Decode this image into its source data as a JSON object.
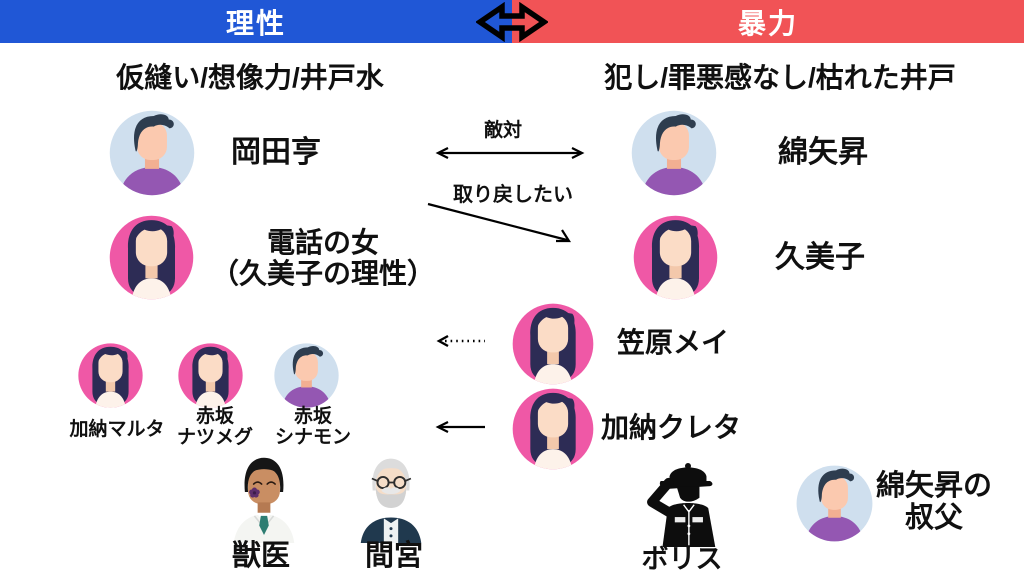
{
  "header": {
    "left_label": "理性",
    "right_label": "暴力"
  },
  "subtitles": {
    "left": "仮縫い/想像力/井戸水",
    "right": "犯し/罪悪感なし/枯れた井戸"
  },
  "relations": {
    "hostility_label": "敵対",
    "take_back_label": "取り戻したい"
  },
  "characters": {
    "okada": {
      "name": "岡田亨"
    },
    "wataya": {
      "name": "綿矢昇"
    },
    "phone_woman": {
      "line1": "電話の女",
      "line2": "（久美子の理性）"
    },
    "kumiko": {
      "name": "久美子"
    },
    "kasahara_may": {
      "name": "笠原メイ"
    },
    "kano_creta": {
      "name": "加納クレタ"
    },
    "kano_malta": {
      "name": "加納マルタ"
    },
    "akasaka_nutmeg": {
      "line1": "赤坂",
      "line2": "ナツメグ"
    },
    "akasaka_cinnamon": {
      "line1": "赤坂",
      "line2": "シナモン"
    },
    "vet": {
      "name": "獣医"
    },
    "mamiya": {
      "name": "間宮"
    },
    "boris": {
      "name": "ボリス"
    },
    "wataya_uncle": {
      "line1": "綿矢昇の",
      "line2": "叔父"
    }
  },
  "colors": {
    "blue": "#2057D6",
    "red": "#F15356",
    "pink": "#EF58A6",
    "male-bg": "#CFDFEE",
    "male-hair": "#2E3D4F",
    "male-shirt": "#9457B2",
    "skin": "#FBC9AF",
    "skin-neck": "#F2AF92",
    "skin-light": "#FBDCC6",
    "skin-neck2": "#F3C8AB",
    "female-hair": "#2D2C55",
    "female-shirt": "#FDF2EA",
    "vet-skin": "#C98E63",
    "vet-skin-dark": "#B57A52",
    "vet-coat": "#F4F5F2",
    "tie": "#2E7D72",
    "flower": "#5D2E6B",
    "old-hair": "#DCDCDC",
    "old-skin": "#F5DDC8",
    "cardigan": "#20394E",
    "ink": "#0D0D0D"
  }
}
